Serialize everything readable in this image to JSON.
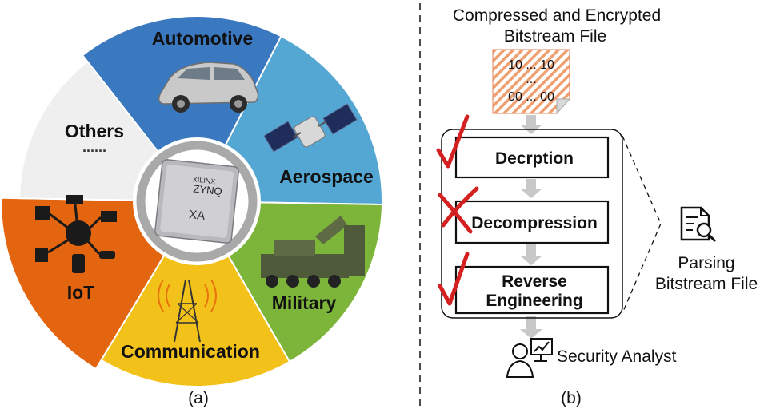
{
  "panel_a": {
    "caption": "(a)",
    "segments": [
      {
        "label": "Automotive",
        "color": "#3a78c0"
      },
      {
        "label": "Aerospace",
        "color": "#55a7d3"
      },
      {
        "label": "Military",
        "color": "#7db53a"
      },
      {
        "label": "Communication",
        "color": "#f3c21a"
      },
      {
        "label": "IoT",
        "color": "#e4650f"
      },
      {
        "label": "Others",
        "color": "#efefef"
      }
    ],
    "others_dots": "......",
    "chip": {
      "brand": "XILINX",
      "name": "ZYNQ",
      "variant": "XA"
    }
  },
  "panel_b": {
    "caption": "(b)",
    "file_title_line1": "Compressed and Encrypted",
    "file_title_line2": "Bitstream File",
    "file_content": {
      "line1": "10 ... 10",
      "line2": "...",
      "line3": "00 ... 00"
    },
    "steps": [
      {
        "label": "Decrption",
        "status": "check"
      },
      {
        "label": "Decompression",
        "status": "cross"
      },
      {
        "label_line1": "Reverse",
        "label_line2": "Engineering",
        "status": "check"
      }
    ],
    "side_label_line1": "Parsing",
    "side_label_line2": "Bitstream File",
    "analyst_label": "Security Analyst",
    "icons": [
      "document-search-icon",
      "security-analyst-icon"
    ],
    "mark_color": "#d42020",
    "arrow_color": "#c8c8c8"
  }
}
